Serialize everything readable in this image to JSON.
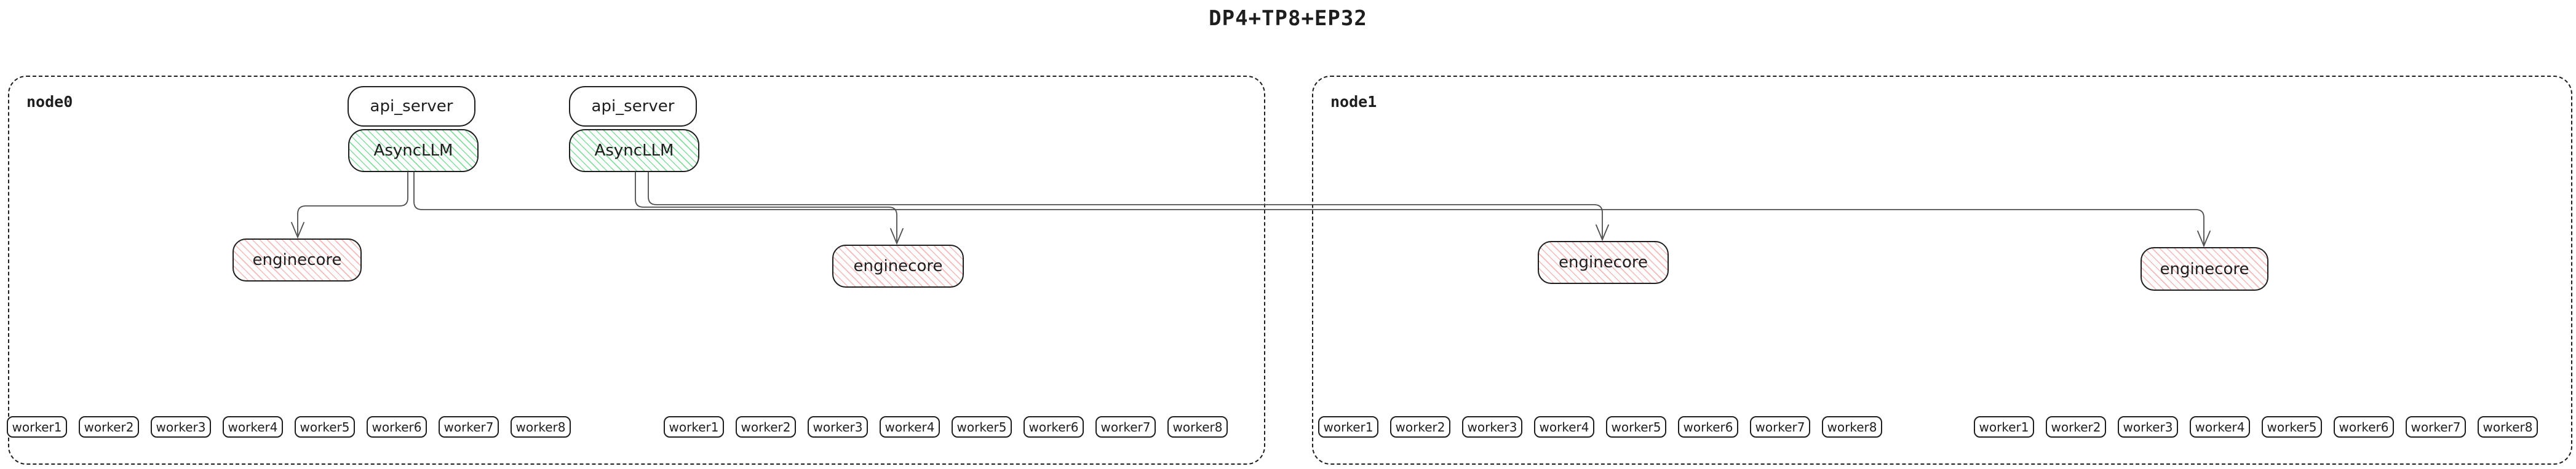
{
  "title": "DP4+TP8+EP32",
  "colors": {
    "border": "#1e1e1e",
    "edge": "#4d4d4d",
    "text": "#1e1e1e",
    "green_hatch": "#85dd9d",
    "red_hatch": "#f5b8b8"
  },
  "nodes": [
    {
      "label": "node0",
      "stacks": [
        {
          "api_server": "api_server",
          "async_llm": "AsyncLLM"
        },
        {
          "api_server": "api_server",
          "async_llm": "AsyncLLM"
        }
      ],
      "enginecores": [
        "enginecore",
        "enginecore"
      ],
      "worker_groups": [
        [
          "worker1",
          "worker2",
          "worker3",
          "worker4",
          "worker5",
          "worker6",
          "worker7",
          "worker8"
        ],
        [
          "worker1",
          "worker2",
          "worker3",
          "worker4",
          "worker5",
          "worker6",
          "worker7",
          "worker8"
        ]
      ]
    },
    {
      "label": "node1",
      "stacks": [],
      "enginecores": [
        "enginecore",
        "enginecore"
      ],
      "worker_groups": [
        [
          "worker1",
          "worker2",
          "worker3",
          "worker4",
          "worker5",
          "worker6",
          "worker7",
          "worker8"
        ],
        [
          "worker1",
          "worker2",
          "worker3",
          "worker4",
          "worker5",
          "worker6",
          "worker7",
          "worker8"
        ]
      ]
    }
  ]
}
